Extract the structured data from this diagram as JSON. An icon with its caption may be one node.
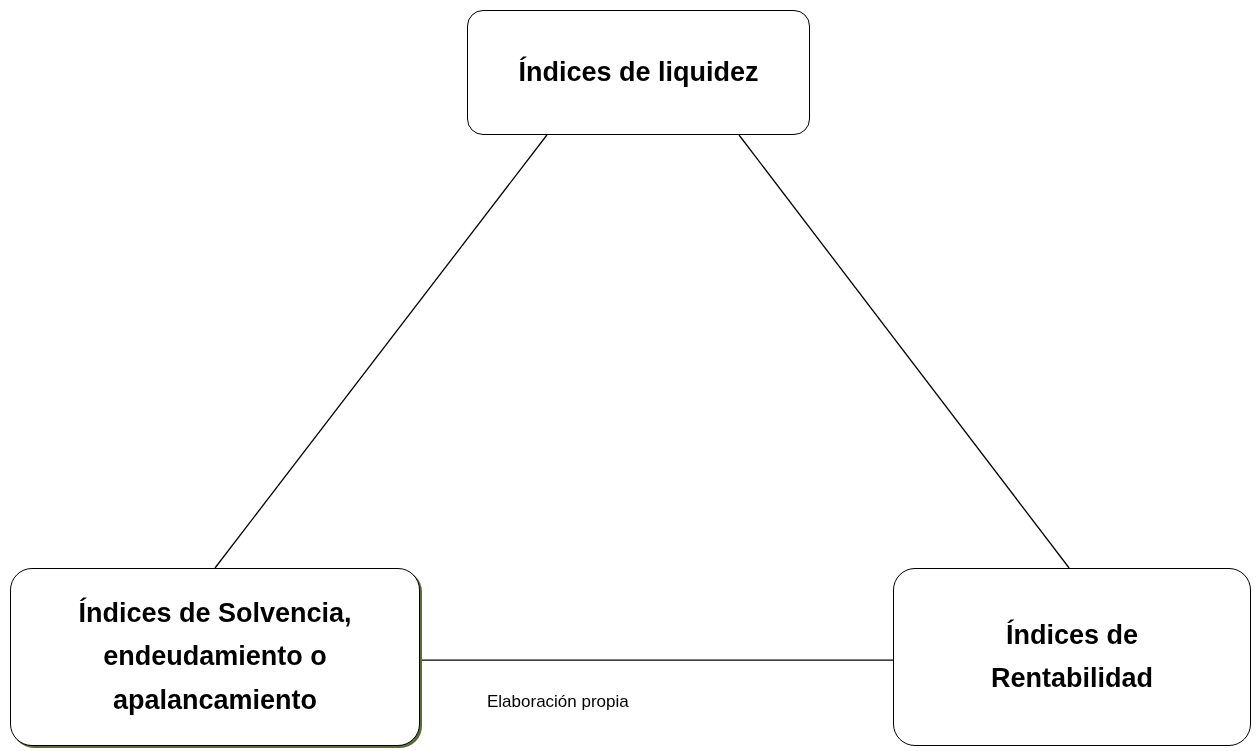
{
  "diagram": {
    "nodes": [
      {
        "text": [
          "Índices de liquidez"
        ]
      },
      {
        "text": [
          "Índices de Solvencia, endeudamiento o apalancamiento"
        ]
      },
      {
        "text": [
          "Índices de Rentabilidad"
        ]
      }
    ],
    "edges": [
      {
        "from": 0,
        "to": 1,
        "arrow": "none"
      },
      {
        "from": 0,
        "to": 2,
        "arrow": "none"
      },
      {
        "from": 1,
        "to": 2,
        "arrow": "none"
      }
    ],
    "labels": [
      "Elaboración propia"
    ]
  }
}
